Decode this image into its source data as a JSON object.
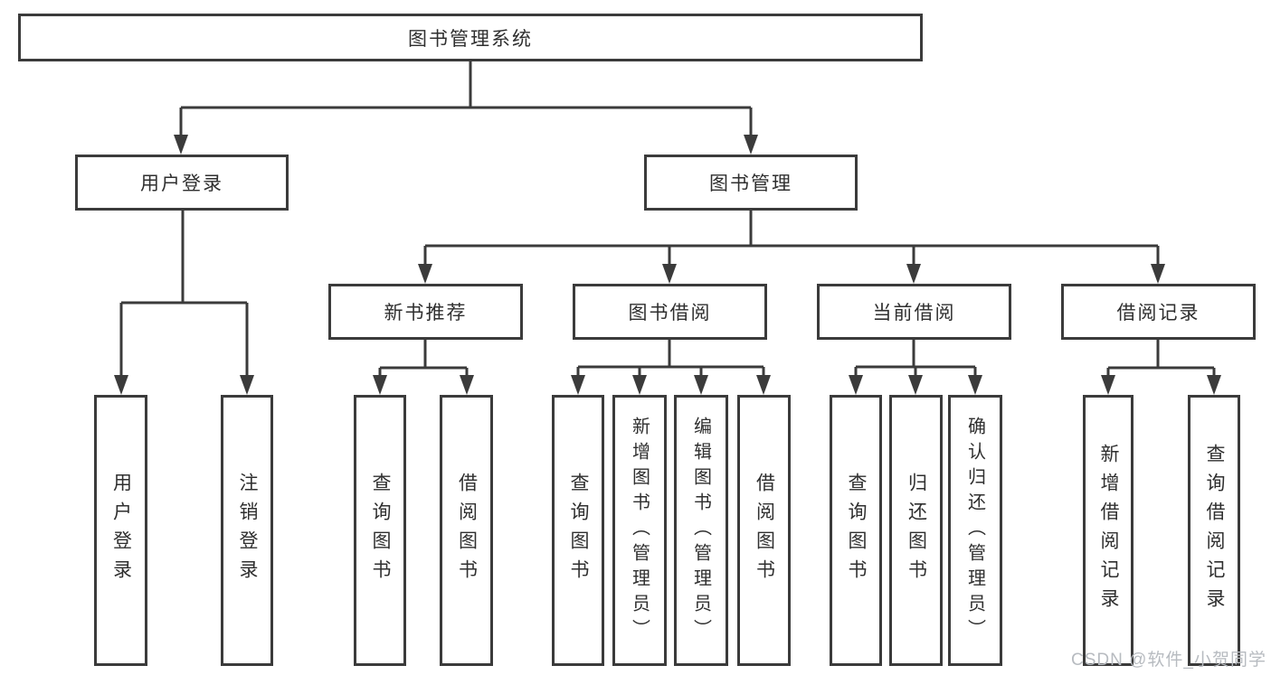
{
  "root": {
    "label": "图书管理系统"
  },
  "level2": [
    {
      "label": "用户登录"
    },
    {
      "label": "图书管理"
    }
  ],
  "level3": [
    {
      "label": "新书推荐"
    },
    {
      "label": "图书借阅"
    },
    {
      "label": "当前借阅"
    },
    {
      "label": "借阅记录"
    }
  ],
  "leaves": [
    {
      "label": "用户登录"
    },
    {
      "label": "注销登录"
    },
    {
      "label": "查询图书"
    },
    {
      "label": "借阅图书"
    },
    {
      "label": "查询图书"
    },
    {
      "label": "新增图书（管理员）"
    },
    {
      "label": "编辑图书（管理员）"
    },
    {
      "label": "借阅图书"
    },
    {
      "label": "查询图书"
    },
    {
      "label": "归还图书"
    },
    {
      "label": "确认归还（管理员）"
    },
    {
      "label": "新增借阅记录"
    },
    {
      "label": "查询借阅记录"
    }
  ],
  "watermark": "CSDN @软件_小贺同学",
  "colors": {
    "line": "#3b3b3b",
    "text": "#2f2f2f",
    "background": "#ffffff",
    "watermark": "#b7bbc0"
  }
}
